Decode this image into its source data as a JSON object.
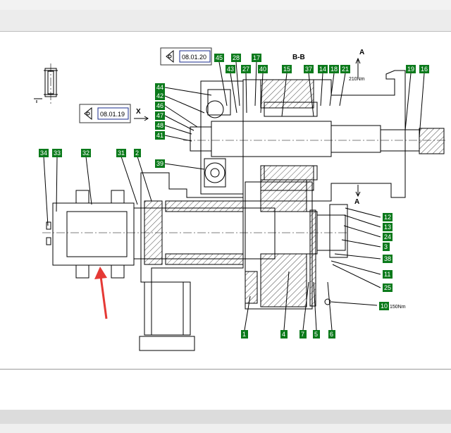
{
  "window": {
    "accent": "#0b7a1b",
    "arrow_color": "#e53935"
  },
  "section_label": "B-B",
  "view_label_a_top": "A",
  "view_label_a_mid": "A",
  "view_label_x": "X",
  "torque_top": "210Nm",
  "torque_bottom": "150Nm",
  "ref_boxes": [
    {
      "id": "ref_top",
      "text": "08.01.20"
    },
    {
      "id": "ref_left",
      "text": "08.01.19"
    }
  ],
  "callouts": {
    "c45": "45",
    "c28": "28",
    "c17": "17",
    "c43": "43",
    "c27": "27",
    "c40": "40",
    "c15": "15",
    "c37": "37",
    "c14": "14",
    "c18": "18",
    "c21": "21",
    "c19": "19",
    "c16": "16",
    "c44": "44",
    "c42": "42",
    "c46": "46",
    "c47": "47",
    "c48": "48",
    "c41": "41",
    "c39": "39",
    "c34": "34",
    "c33": "33",
    "c32": "32",
    "c31": "31",
    "c2": "2",
    "c12": "12",
    "c13": "13",
    "c24": "24",
    "c3": "3",
    "c38": "38",
    "c11": "11",
    "c25": "25",
    "c10": "10",
    "c1": "1",
    "c4": "4",
    "c7": "7",
    "c5": "5",
    "c6": "6"
  }
}
